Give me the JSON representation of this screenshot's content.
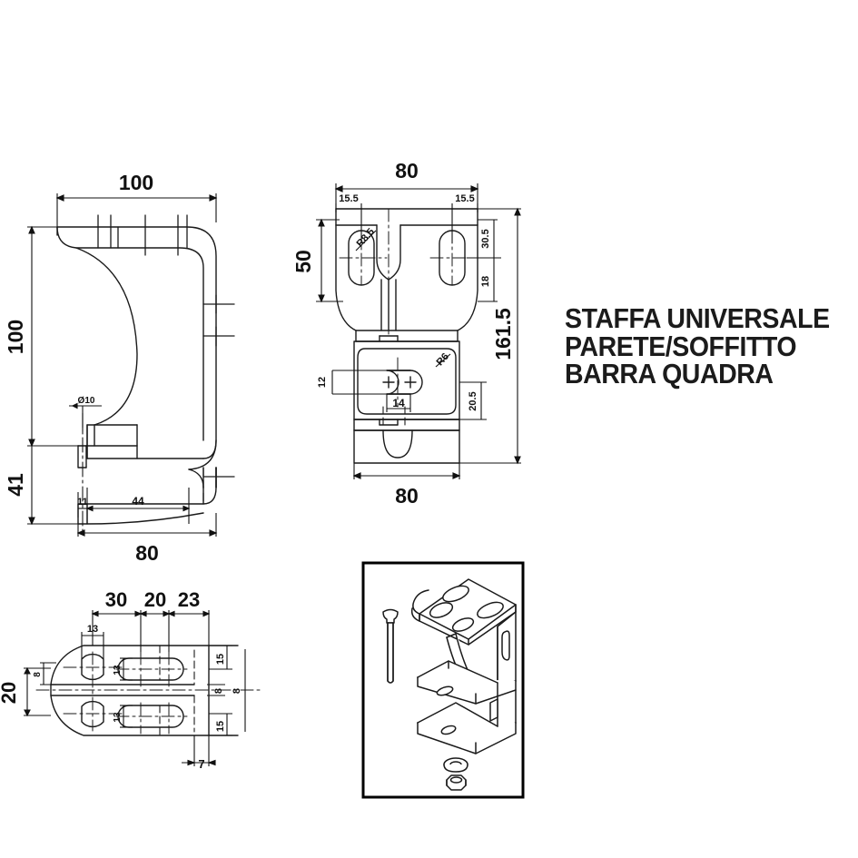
{
  "document": {
    "kind": "technical-drawing",
    "title_lines": [
      "STAFFA UNIVERSALE",
      "PARETE/SOFFITTO",
      "BARRA QUADRA"
    ],
    "language": "it"
  },
  "views": {
    "side": {
      "name": "side-elevation-view",
      "dimensions": {
        "width_top": "100",
        "height_overall": "100",
        "height_lower": "41",
        "hole_diameter": "Ø10",
        "offset_small": "11",
        "offset_mid": "44",
        "width_bottom": "80"
      }
    },
    "front": {
      "name": "front-elevation-view",
      "dimensions": {
        "width_top": "80",
        "edge_left": "15.5",
        "edge_right": "15.5",
        "slot_span": "50",
        "slot_radius": "R8.5",
        "height_upper": "30.5",
        "height_slot": "18",
        "height_overall": "161.5",
        "slot_width": "12",
        "slot_length": "14",
        "corner_radius": "R6",
        "height_lower": "20.5",
        "width_bottom": "80"
      }
    },
    "plan": {
      "name": "plan-top-view",
      "dimensions": {
        "seg_a": "30",
        "seg_b": "20",
        "seg_c": "23",
        "hole_small": "13",
        "slot_small_1": "13",
        "slot_small_2": "13",
        "edge_left": "8",
        "center_gap": "20",
        "edge_right_top": "15",
        "edge_right_bottom": "15",
        "center_small_1": "8",
        "center_small_2": "8",
        "bottom_offset": "7"
      }
    },
    "iso": {
      "name": "isometric-product-illustration",
      "caption": "",
      "parts": [
        "bracket",
        "bolt",
        "washer",
        "nut"
      ]
    }
  },
  "colors": {
    "line": "#1a1a1a",
    "dim": "#111111",
    "background": "#ffffff",
    "frame": "#000000"
  }
}
